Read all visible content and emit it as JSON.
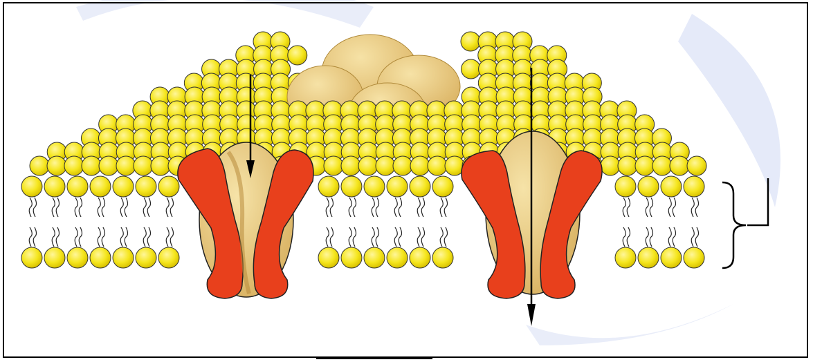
{
  "figure": {
    "background": "#ffffff",
    "colors": {
      "lipid_head": "#f5e61e",
      "lipid_head_outline": "#222222",
      "protein_outer": "#e8401c",
      "protein_inner": "#e0c070",
      "protein_core": "#e6c97a",
      "arrow": "#000000",
      "watermark": "#c9d3f0"
    },
    "elements": {
      "membrane": "lipid-bilayer",
      "channel_left": "channel-protein",
      "channel_right": "channel-protein",
      "arrow_left": "arrow-down",
      "arrow_right": "arrow-down",
      "bracket": "curly-brace",
      "label_line": "pointer-line"
    }
  }
}
